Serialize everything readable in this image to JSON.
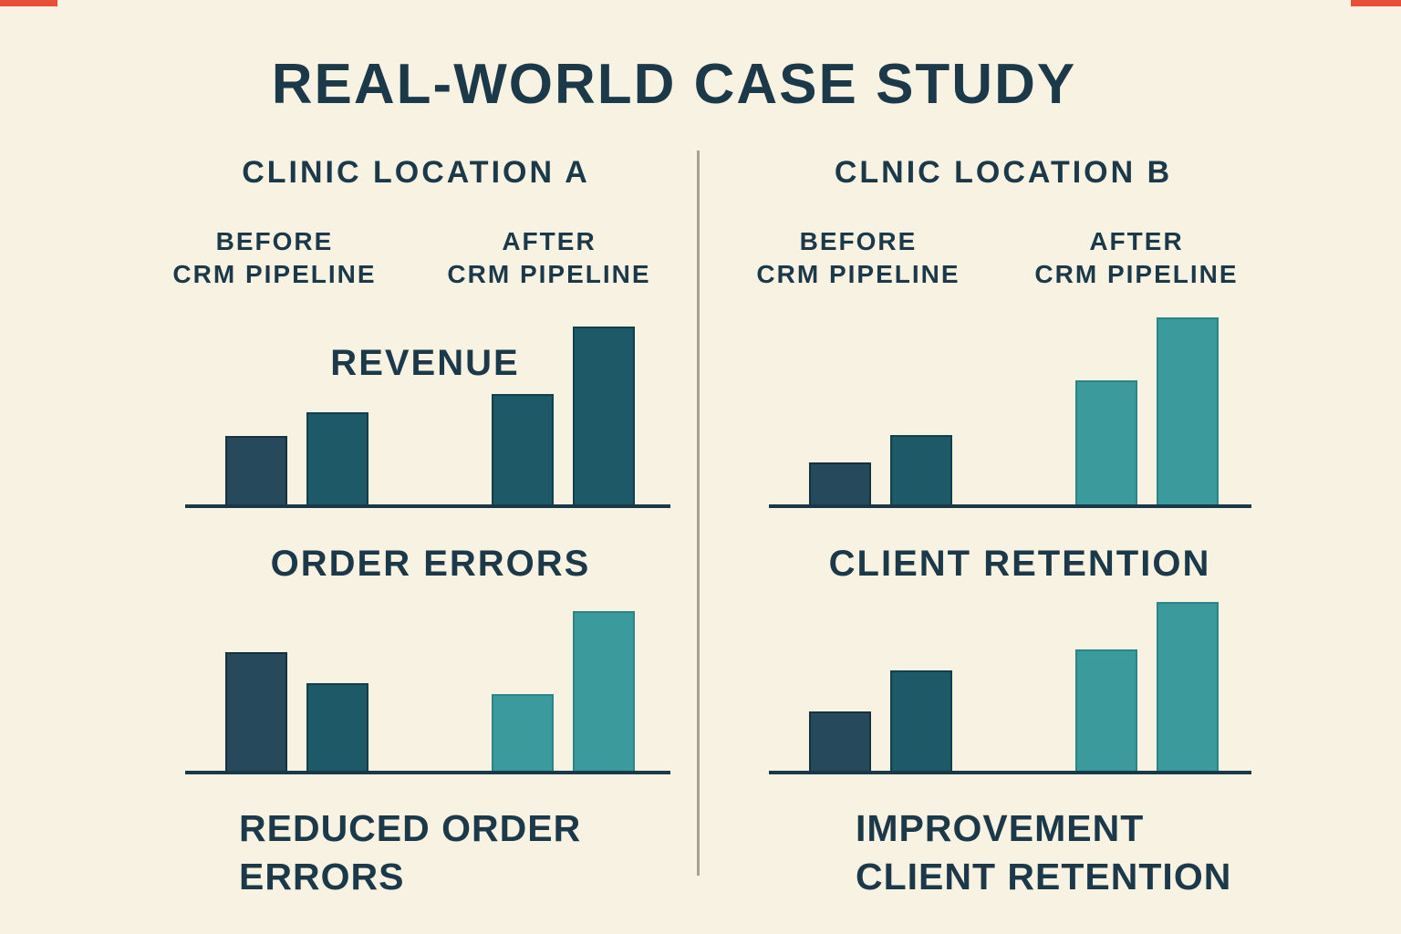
{
  "page": {
    "title": "REAL-WORLD CASE STUDY"
  },
  "colors": {
    "background": "#f8f2e2",
    "text": "#1c394a",
    "axis": "#1b3848",
    "divider": "#a3a198",
    "accent_red": "#e94f38",
    "navy": "#26495b",
    "navy_border": "#16323f",
    "teal": "#1e5968",
    "teal_border": "#123e4e",
    "light_teal": "#3b9a9c",
    "light_teal_border": "#2b8486"
  },
  "panels": [
    {
      "header": "CLINIC LOCATION A",
      "before_label": "BEFORE\nCRM PIPELINE",
      "after_label": "AFTER\nCRM PIPELINE",
      "caption": "REDUCED ORDER\nERRORS"
    },
    {
      "header": "CLNIC LOCATION B",
      "before_label": "BEFORE\nCRM PIPELINE",
      "after_label": "AFTER\nCRM PIPELINE",
      "caption": "IMPROVEMENT\nCLIENT RETENTION"
    }
  ],
  "chart_data": [
    {
      "id": "location-a-revenue",
      "type": "bar",
      "panel": "CLINIC LOCATION A",
      "title": "REVENUE",
      "categories": [
        "before-1",
        "before-2",
        "after-1",
        "after-2"
      ],
      "values": [
        75,
        101,
        121,
        195
      ],
      "value_units": "relative bar height (no numeric axis shown)",
      "bar_colors": [
        "navy",
        "teal",
        "teal",
        "teal"
      ],
      "axis_style": "baseline only, no ticks, no gridlines, no data labels",
      "legend": "none"
    },
    {
      "id": "location-a-order-errors",
      "type": "bar",
      "panel": "CLINIC LOCATION A",
      "title": "ORDER ERRORS",
      "categories": [
        "before-1",
        "before-2",
        "after-1",
        "after-2"
      ],
      "values": [
        130,
        96,
        84,
        175
      ],
      "value_units": "relative bar height (no numeric axis shown)",
      "bar_colors": [
        "navy",
        "teal",
        "light_teal",
        "light_teal"
      ],
      "axis_style": "baseline only, no ticks, no gridlines, no data labels",
      "legend": "none"
    },
    {
      "id": "location-b-top",
      "type": "bar",
      "panel": "CLNIC LOCATION B",
      "title": "",
      "categories": [
        "before-1",
        "before-2",
        "after-1",
        "after-2"
      ],
      "values": [
        46,
        76,
        136,
        205
      ],
      "value_units": "relative bar height (no numeric axis shown)",
      "bar_colors": [
        "navy",
        "teal",
        "light_teal",
        "light_teal"
      ],
      "axis_style": "baseline only, no ticks, no gridlines, no data labels",
      "legend": "none"
    },
    {
      "id": "location-b-client-retention",
      "type": "bar",
      "panel": "CLNIC LOCATION B",
      "title": "CLIENT RETENTION",
      "categories": [
        "before-1",
        "before-2",
        "after-1",
        "after-2"
      ],
      "values": [
        65,
        110,
        133,
        185
      ],
      "value_units": "relative bar height (no numeric axis shown)",
      "bar_colors": [
        "navy",
        "teal",
        "light_teal",
        "light_teal"
      ],
      "axis_style": "baseline only, no ticks, no gridlines, no data labels",
      "legend": "none"
    }
  ]
}
